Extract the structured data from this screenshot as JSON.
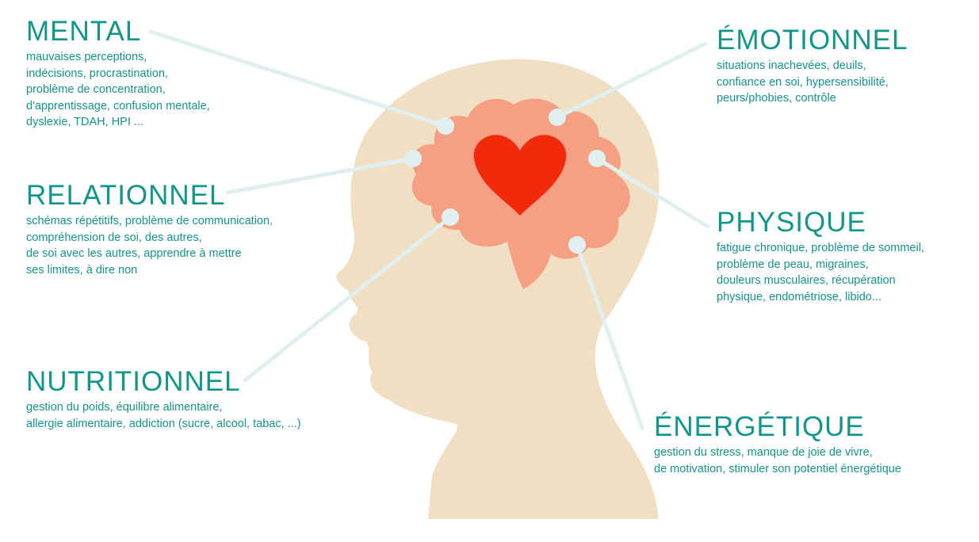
{
  "colors": {
    "accent": "#11968c",
    "head": "#f1dfc3",
    "brain": "#f5a083",
    "heart": "#f3290c",
    "connector": "#e0efef"
  },
  "icons": [
    "head-silhouette",
    "brain-shape",
    "heart-icon"
  ],
  "sections": {
    "mental": {
      "title": "MENTAL",
      "lines": [
        "mauvaises perceptions,",
        "indécisions, procrastination,",
        "problème de concentration,",
        "d'apprentissage, confusion mentale,",
        "dyslexie, TDAH, HPI ..."
      ]
    },
    "relationnel": {
      "title": "RELATIONNEL",
      "lines": [
        "schémas répétitifs, problème de communication,",
        "compréhension de soi, des autres,",
        "de soi avec les autres, apprendre à mettre",
        "ses limites, à dire non"
      ]
    },
    "nutritionnel": {
      "title": "NUTRITIONNEL",
      "lines": [
        "gestion du poids, équilibre alimentaire,",
        "allergie alimentaire, addiction (sucre, alcool, tabac, ...)"
      ]
    },
    "emotionnel": {
      "title": "ÉMOTIONNEL",
      "lines": [
        "situations inachevées, deuils,",
        "confiance en soi, hypersensibilité,",
        "peurs/phobies, contrôle"
      ]
    },
    "physique": {
      "title": "PHYSIQUE",
      "lines": [
        "fatigue chronique, problème de sommeil,",
        "problème de peau, migraines,",
        "douleurs musculaires, récupération",
        "physique, endométriose, libido..."
      ]
    },
    "energetique": {
      "title": "ÉNERGÉTIQUE",
      "lines": [
        "gestion du stress, manque de joie de vivre,",
        "de motivation, stimuler son potentiel énergétique"
      ]
    }
  }
}
